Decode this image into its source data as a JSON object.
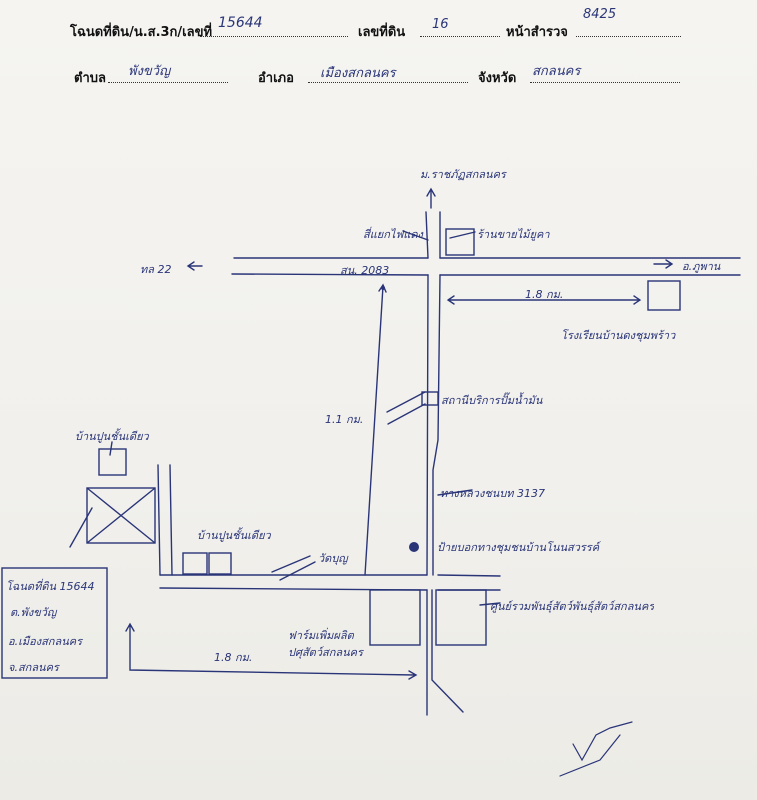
{
  "form": {
    "deed_label": "โฉนดที่ดิน/น.ส.3ก/เลขที่",
    "deed_value": "15644",
    "land_no_label": "เลขที่ดิน",
    "land_no_value": "16",
    "survey_page_label": "หน้าสำรวจ",
    "survey_page_value": "8425",
    "subdistrict_label": "ตำบล",
    "subdistrict_value": "พังขวัญ",
    "district_label": "อำเภอ",
    "district_value": "เมืองสกลนคร",
    "province_label": "จังหวัด",
    "province_value": "สกลนคร"
  },
  "map": {
    "north_road": "ม.ราชภัฏสกลนคร",
    "junction": "สี่แยกไฟแดง",
    "shop": "ร้านขายไม้ยูคา",
    "left_arrow": "ทล 22",
    "route_2083": "สน. 2083",
    "right_arrow": "อ.ภูพาน",
    "distance_right": "1.8 กม.",
    "school": "โรงเรียนบ้านดงชุมพร้าว",
    "distance_vertical": "1.1 กม.",
    "gas_station": "สถานีบริการปั๊มน้ำมัน",
    "highway": "ทางหลวงชนบท 3137",
    "village_house": "บ้านปูนชั้นเดียว",
    "single_house": "บ้านปูนชั้นเดียว",
    "temple": "วัดบุญ",
    "landmark": "ป้ายบอกทางชุมชนบ้านโนนสวรรค์",
    "center": "ศูนย์รวมพันธุ์สัตว์พันธุ์สัตว์สกลนคร",
    "farm": "ฟาร์มเพิ่มผลิต ปศุสัตว์สกลนคร",
    "distance_bottom": "1.8 กม.",
    "legend_title": "โฉนดที่ดิน 15644",
    "legend_subdistrict": "ต.พังขวัญ",
    "legend_district": "อ.เมืองสกลนคร",
    "legend_province": "จ.สกลนคร"
  }
}
